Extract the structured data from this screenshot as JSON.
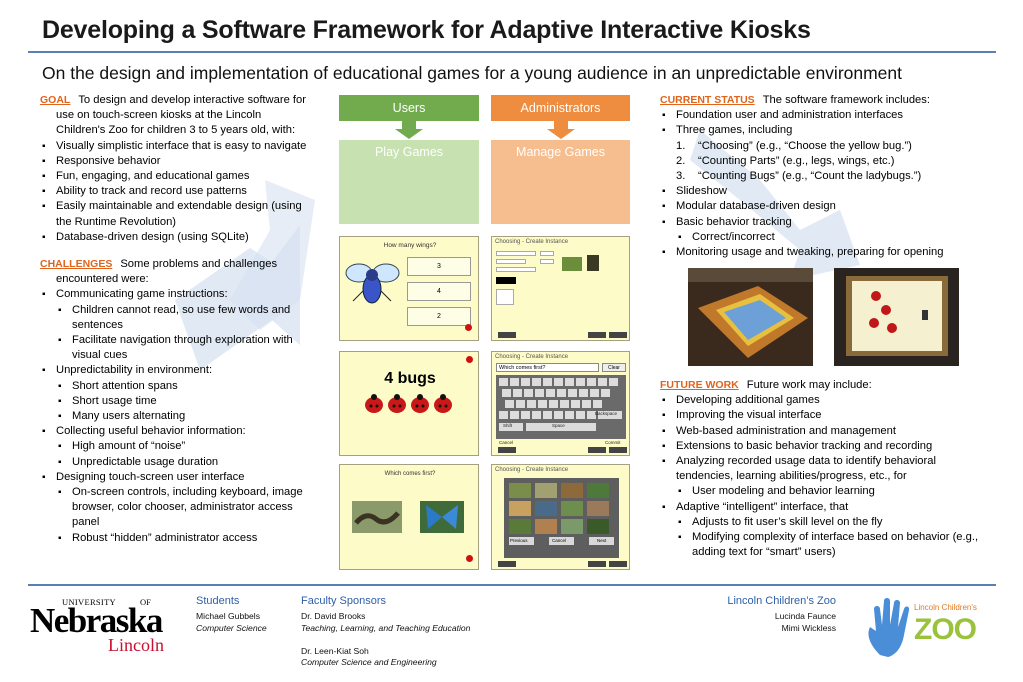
{
  "title": "Developing a Software Framework for Adaptive Interactive Kiosks",
  "subtitle": "On the design and implementation of educational games for a young audience in an unpredictable environment",
  "goal": {
    "heading": "GOAL",
    "lead": "To design and develop interactive software for use on touch-screen kiosks at the Lincoln Children's Zoo for children 3 to 5 years old, with:",
    "items": [
      "Visually simplistic interface that is easy to navigate",
      "Responsive behavior",
      "Fun, engaging, and educational games",
      "Ability to track and record use patterns",
      "Easily maintainable and extendable design (using the Runtime Revolution)",
      "Database-driven design (using SQLite)"
    ]
  },
  "challenges": {
    "heading": "CHALLENGES",
    "lead": "Some problems and challenges encountered were:",
    "items": [
      {
        "text": "Communicating game instructions:",
        "sub": [
          "Children cannot read, so use few words and sentences",
          "Facilitate navigation through exploration with visual cues"
        ]
      },
      {
        "text": "Unpredictability in environment:",
        "sub": [
          "Short attention spans",
          "Short usage time",
          "Many users alternating"
        ]
      },
      {
        "text": "Collecting useful behavior information:",
        "sub": [
          "High amount of “noise”",
          "Unpredictable usage duration"
        ]
      },
      {
        "text": "Designing touch-screen user interface",
        "sub": [
          "On-screen controls, including keyboard, image browser, color chooser, administrator access panel",
          "Robust “hidden” administrator access"
        ]
      }
    ]
  },
  "flow": {
    "users": "Users",
    "administrators": "Administrators",
    "play": "Play Games",
    "manage": "Manage Games"
  },
  "screens": {
    "wings_question": "How many wings?",
    "wings_answers": [
      "3",
      "4",
      "2"
    ],
    "bugs_label": "4 bugs",
    "which_first": "Which comes first?",
    "kb_prompt": "Which comes first?",
    "kb_clear": "Clear",
    "kb_space": "Space",
    "kb_backspace": "Backspace",
    "kb_shift": "Shift",
    "kb_cancel": "Cancel",
    "kb_commit": "Commit",
    "ib_previous": "Previous",
    "ib_cancel": "Cancel",
    "ib_next": "Next",
    "create_title": "Choosing - Create Instance"
  },
  "current_status": {
    "heading": "CURRENT STATUS",
    "lead": "The software framework includes:",
    "item_foundation": "Foundation user and administration interfaces",
    "item_games": "Three games, including",
    "games": [
      {
        "n": "1.",
        "text": "“Choosing” (e.g., “Choose the yellow bug.”)"
      },
      {
        "n": "2.",
        "text": "“Counting Parts” (e.g., legs, wings, etc.)"
      },
      {
        "n": "3.",
        "text": "“Counting Bugs” (e.g., “Count the ladybugs.”)"
      }
    ],
    "item_slideshow": "Slideshow",
    "item_modular": "Modular database-driven design",
    "item_tracking": "Basic behavior tracking",
    "tracking_sub": "Correct/incorrect",
    "item_monitoring": "Monitoring usage and tweaking, preparing for opening"
  },
  "future_work": {
    "heading": "FUTURE WORK",
    "lead": "Future work may include:",
    "items": [
      {
        "text": "Developing additional games",
        "sub": []
      },
      {
        "text": "Improving the visual interface",
        "sub": []
      },
      {
        "text": "Web-based administration and management",
        "sub": []
      },
      {
        "text": "Extensions to basic behavior tracking and recording",
        "sub": []
      },
      {
        "text": "Analyzing recorded usage data to identify behavioral tendencies, learning abilities/progress, etc., for",
        "sub": [
          "User modeling and behavior learning"
        ]
      },
      {
        "text": "Adaptive “intelligent” interface, that",
        "sub": [
          "Adjusts to fit user’s skill level on the fly",
          "Modifying complexity of interface based on behavior (e.g., adding text for “smart” users)"
        ]
      }
    ]
  },
  "footer": {
    "students_head": "Students",
    "student_name": "Michael Gubbels",
    "student_dept": "Computer Science",
    "sponsors_head": "Faculty Sponsors",
    "sponsor1_name": "Dr. David Brooks",
    "sponsor1_dept": "Teaching, Learning,  and Teaching Education",
    "sponsor2_name": "Dr. Leen-Kiat Soh",
    "sponsor2_dept": "Computer Science and Engineering",
    "zoo_head": "Lincoln Children’s Zoo",
    "zoo_person1": "Lucinda Faunce",
    "zoo_person2": "Mimi Wickless",
    "unl_university": "UNIVERSITY",
    "unl_of": "OF",
    "unl_nebraska": "Nebraska",
    "unl_lincoln": "Lincoln",
    "zoo_logo_small": "Lincoln Children's",
    "zoo_logo_big": "ZOO"
  },
  "colors": {
    "accent_orange": "#e0641c",
    "rule_blue": "#5b7fb4",
    "users_green": "#72ab4e",
    "admin_orange": "#ee8d40",
    "unl_red": "#c8102e"
  }
}
